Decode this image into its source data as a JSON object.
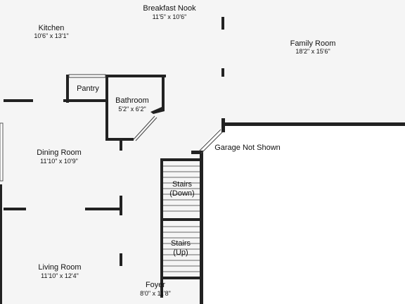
{
  "rooms": {
    "breakfast_nook": {
      "name": "Breakfast Nook",
      "size": "11'5\" x 10'6\""
    },
    "kitchen": {
      "name": "Kitchen",
      "size": "10'6\" x 13'1\""
    },
    "family_room": {
      "name": "Family Room",
      "size": "18'2\" x 15'6\""
    },
    "pantry": {
      "name": "Pantry"
    },
    "bathroom": {
      "name": "Bathroom",
      "size": "5'2\" x 6'2\""
    },
    "dining_room": {
      "name": "Dining Room",
      "size": "11'10\" x 10'9\""
    },
    "stairs_down": {
      "name_line1": "Stairs",
      "name_line2": "(Down)"
    },
    "stairs_up": {
      "name_line1": "Stairs",
      "name_line2": "(Up)"
    },
    "living_room": {
      "name": "Living Room",
      "size": "11'10\" x 12'4\""
    },
    "foyer": {
      "name": "Foyer",
      "size": "8'0\" x 11'8\""
    }
  },
  "notes": {
    "garage": "Garage Not Shown"
  },
  "colors": {
    "wall": "#222222",
    "floor": "#f5f5f5",
    "background": "#ffffff"
  }
}
